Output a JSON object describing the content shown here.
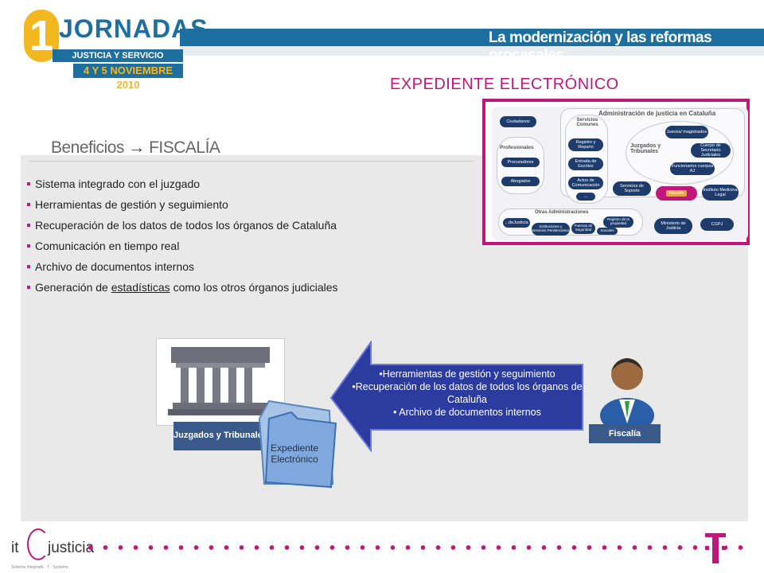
{
  "header": {
    "logo_number": "1",
    "logo_title": "JORNADAS",
    "logo_subtitle": "JUSTICIA Y SERVICIO PÚBLICO",
    "logo_dates": "4 Y 5 NOVIEMBRE 2010",
    "subtitle": "La modernización y las reformas procesales"
  },
  "section_title": "EXPEDIENTE ELECTRÓNICO",
  "benefits": {
    "title": "Beneficios",
    "arrow": "→",
    "subject": "FISCALÍA",
    "items": [
      "Sistema integrado con el juzgado",
      "Herramientas de gestión y seguimiento",
      "Recuperación de los datos de todos los órganos de Cataluña",
      "Comunicación en tiempo real",
      "Archivo de documentos internos"
    ],
    "last_item_before": "Generación de",
    "last_item_link": "estadísticas",
    "last_item_after": "como los otros órganos judiciales"
  },
  "org_chart": {
    "title": "Administración de justicia en Cataluña",
    "ciudadanos": "Ciudadanos",
    "profesionales": "Profesionales",
    "procuradores": "Procuradores",
    "abogados": "Abogados",
    "servicios_comunes": "Servicios Comunes",
    "registro": "Registro y Reparto",
    "entrada": "Entrada de Escritos",
    "actos": "Actos de Comunicación",
    "dots": "...",
    "juzgados": "Juzgados y Tribunales",
    "jueces": "Jueces/ magistrados",
    "secretarios": "Cuerpo de Secretario Judiciales",
    "funcionarios": "Funcionarios cuerpos AJ",
    "servicios_soporte": "Servicios de Soporte",
    "fiscalia": "Fiscalía",
    "instituto": "Instituto Medicina Legal",
    "otras": "Otras Administraciones",
    "dejusticia": "...deJusticia",
    "instituciones": "Instituciones y Servicios Penitenciarios",
    "fuerzas": "Fuerzas de Seguridad",
    "registro_prop": "Registro de la propiedad",
    "sociales": "Sociales",
    "ministerio": "Ministerio de Justicia",
    "cgpj": "CGPJ"
  },
  "diagram": {
    "court_label": "Juzgados y Tribunales",
    "folder_label": "Expediente Electrónico",
    "arrow_items": [
      "•Herramientas de gestión y seguimiento",
      "•Recuperación de los datos de todos los órganos de Cataluña",
      "• Archivo de documentos internos"
    ],
    "person_label": "Fiscalía"
  },
  "footer": {
    "logo_it": "it",
    "logo_justicia": "justicia",
    "logo_small": "Sistema Integrado · T · Systems"
  },
  "colors": {
    "brand_blue": "#1d6f9f",
    "accent_magenta": "#c0187a",
    "label_blue": "#3a5a8c",
    "arrow_blue": "#2c3b9e"
  }
}
